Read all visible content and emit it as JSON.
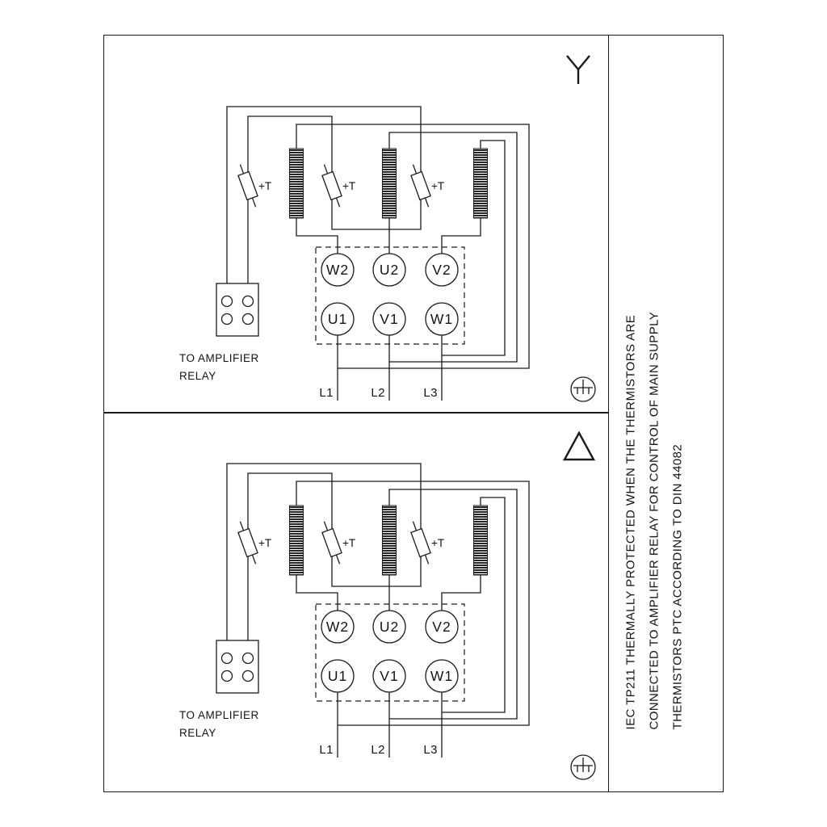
{
  "sidebar": {
    "lines": [
      "IEC TP211 THERMALLY PROTECTED WHEN THE THERMISTORS ARE",
      "CONNECTED TO AMPLIFIER RELAY FOR CONTROL OF MAIN SUPPLY",
      "THERMISTORS PTC ACCORDING TO DIN 44082"
    ]
  },
  "panels": [
    {
      "connection_type": "star",
      "thermistor_label": "+T",
      "terminals": {
        "top": [
          "W2",
          "U2",
          "V2"
        ],
        "bottom": [
          "U1",
          "V1",
          "W1"
        ]
      },
      "relay_note_line1": "TO AMPLIFIER",
      "relay_note_line2": "RELAY",
      "supply": [
        "L1",
        "L2",
        "L3"
      ]
    },
    {
      "connection_type": "delta",
      "thermistor_label": "+T",
      "terminals": {
        "top": [
          "W2",
          "U2",
          "V2"
        ],
        "bottom": [
          "U1",
          "V1",
          "W1"
        ]
      },
      "relay_note_line1": "TO AMPLIFIER",
      "relay_note_line2": "RELAY",
      "supply": [
        "L1",
        "L2",
        "L3"
      ]
    }
  ]
}
